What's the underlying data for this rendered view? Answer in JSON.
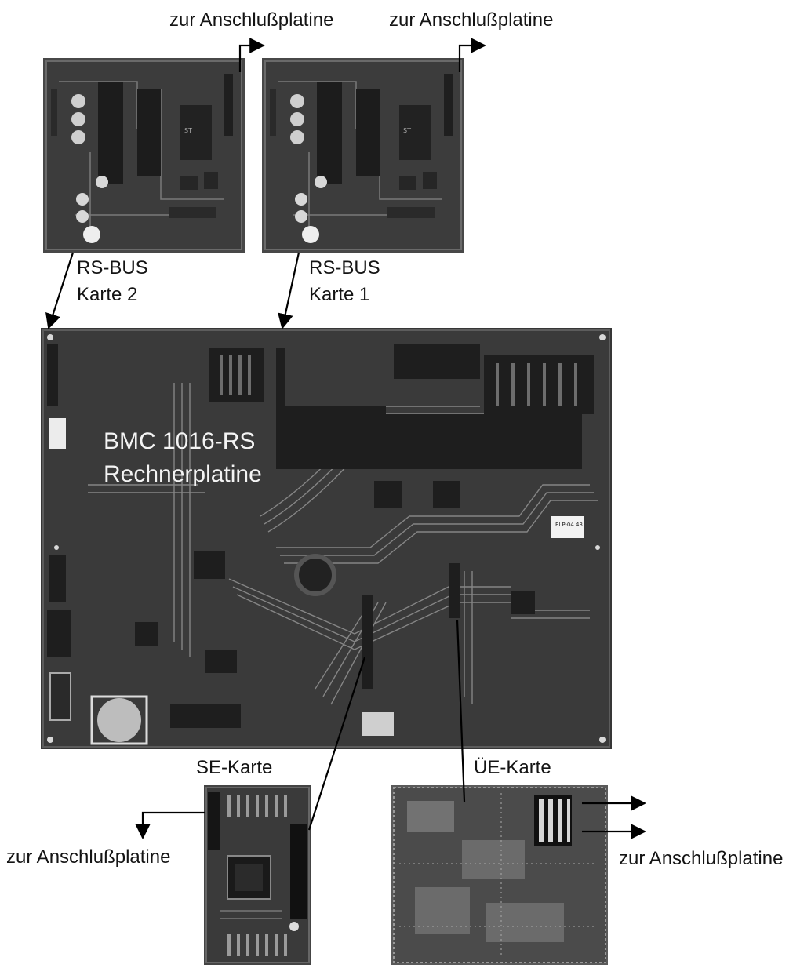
{
  "labels": {
    "top_left_dest": "zur Anschlußplatine",
    "top_right_dest": "zur Anschlußplatine",
    "rs_bus_2_line1": "RS-BUS",
    "rs_bus_2_line2": "Karte 2",
    "rs_bus_1_line1": "RS-BUS",
    "rs_bus_1_line2": "Karte 1",
    "main_board_line1": "BMC 1016-RS",
    "main_board_line2": "Rechnerplatine",
    "se_card": "SE-Karte",
    "ue_card": "ÜE-Karte",
    "bottom_left_dest": "zur Anschlußplatine",
    "bottom_right_dest": "zur Anschlußplatine"
  },
  "colors": {
    "board_dark": "#3a3a3a",
    "board_mid": "#4d4d4d",
    "trace": "#8a8a8a",
    "arrow": "#000000"
  }
}
